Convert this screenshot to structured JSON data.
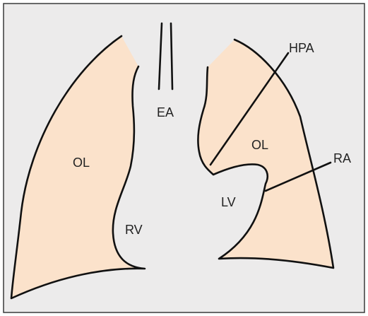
{
  "labels": {
    "hpa": "HPA",
    "ea": "EA",
    "ol_left": "OL",
    "ol_right": "OL",
    "ra": "RA",
    "lv": "LV",
    "rv": "RV"
  },
  "colors": {
    "background": "#ecebeb",
    "lung_fill": "#fbe2cb",
    "outline": "#111111",
    "text": "#222222"
  }
}
